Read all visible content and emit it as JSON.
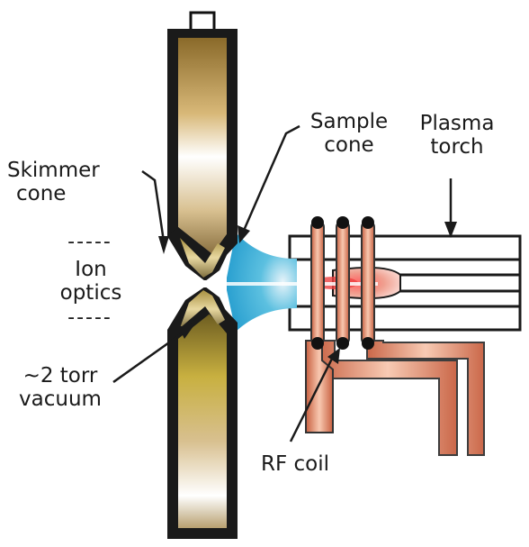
{
  "labels": {
    "sample_cone": [
      "Sample",
      "cone"
    ],
    "plasma_torch": [
      "Plasma",
      "torch"
    ],
    "skimmer_cone": [
      "Skimmer",
      "cone"
    ],
    "ion_optics": [
      "Ion",
      "optics"
    ],
    "vacuum": [
      "~2 torr",
      "vacuum"
    ],
    "rf_coil": "RF coil",
    "dashes": "-----"
  },
  "colors": {
    "cone_gold": "#c8a85a",
    "cone_dark": "#6b5a2e",
    "plasma_blue": "#48b8d8",
    "coil_copper": "#e8a888",
    "torch_outline": "#1a1a1a",
    "flame_red": "#e04040"
  }
}
